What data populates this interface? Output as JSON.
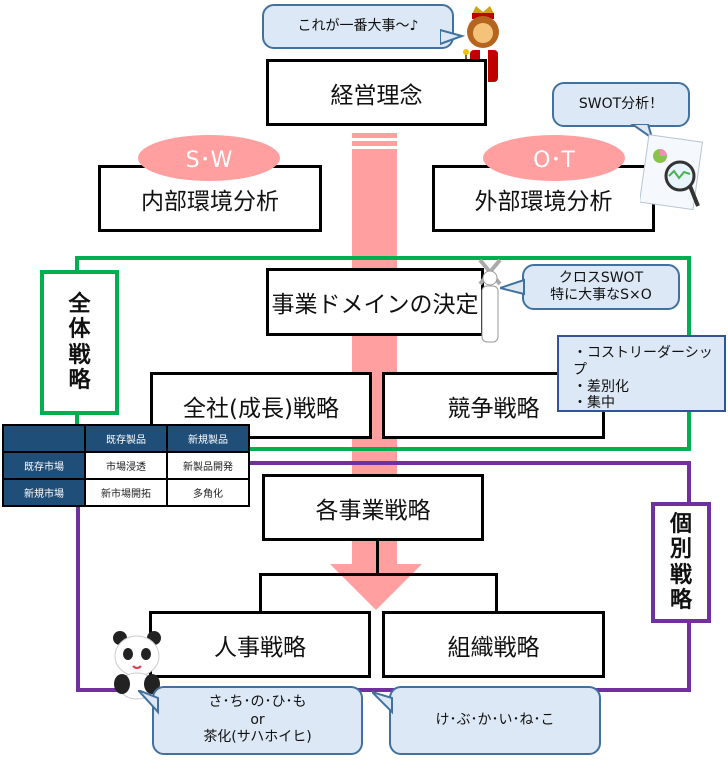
{
  "colors": {
    "arrow": "#ff9f9f",
    "overall_frame": "#00b050",
    "individual_frame": "#7030a0",
    "bubble_fill": "#dce8f5",
    "bubble_border": "#41719c",
    "matrix_header": "#1f4e79"
  },
  "top_bubble": "これが一番大事～♪",
  "philosophy": "経営理念",
  "swot_bubble": "SWOT分析！",
  "sw_label": "S･W",
  "ot_label": "O･T",
  "internal": "内部環境分析",
  "external": "外部環境分析",
  "overall": {
    "label_lines": [
      "全",
      "体",
      "戦",
      "略"
    ],
    "domain": "事業ドメイン​の決定",
    "corporate": "全社(成長)戦略",
    "competitive": "競争戦略"
  },
  "cross_bubble": {
    "line1": "クロスSWOT",
    "line2": "特に大事なS×O"
  },
  "competitive_list": [
    "・コストリーダーシップ",
    "・差別化",
    "・集中"
  ],
  "matrix": {
    "col_headers": [
      "",
      "既存製品",
      "新規製品"
    ],
    "rows": [
      {
        "label": "既存市場",
        "cells": [
          "市場浸透",
          "新製品開発"
        ]
      },
      {
        "label": "新規市場",
        "cells": [
          "新市場開拓",
          "多角化"
        ]
      }
    ]
  },
  "individual": {
    "label_lines": [
      "個",
      "別",
      "戦",
      "略"
    ],
    "business": "各事業戦略",
    "hr": "人事戦略",
    "org": "組織戦略"
  },
  "hr_bubble": {
    "line1": "さ･ち･の･ひ･も",
    "line2": "or",
    "line3": "茶化(サハホイヒ)"
  },
  "org_bubble": "け･ぶ･か･い･ね･こ",
  "icons": [
    "lion-king-illustration",
    "report-magnifier-illustration",
    "person-cross-arms-illustration",
    "panda-illustration",
    "down-arrow"
  ]
}
